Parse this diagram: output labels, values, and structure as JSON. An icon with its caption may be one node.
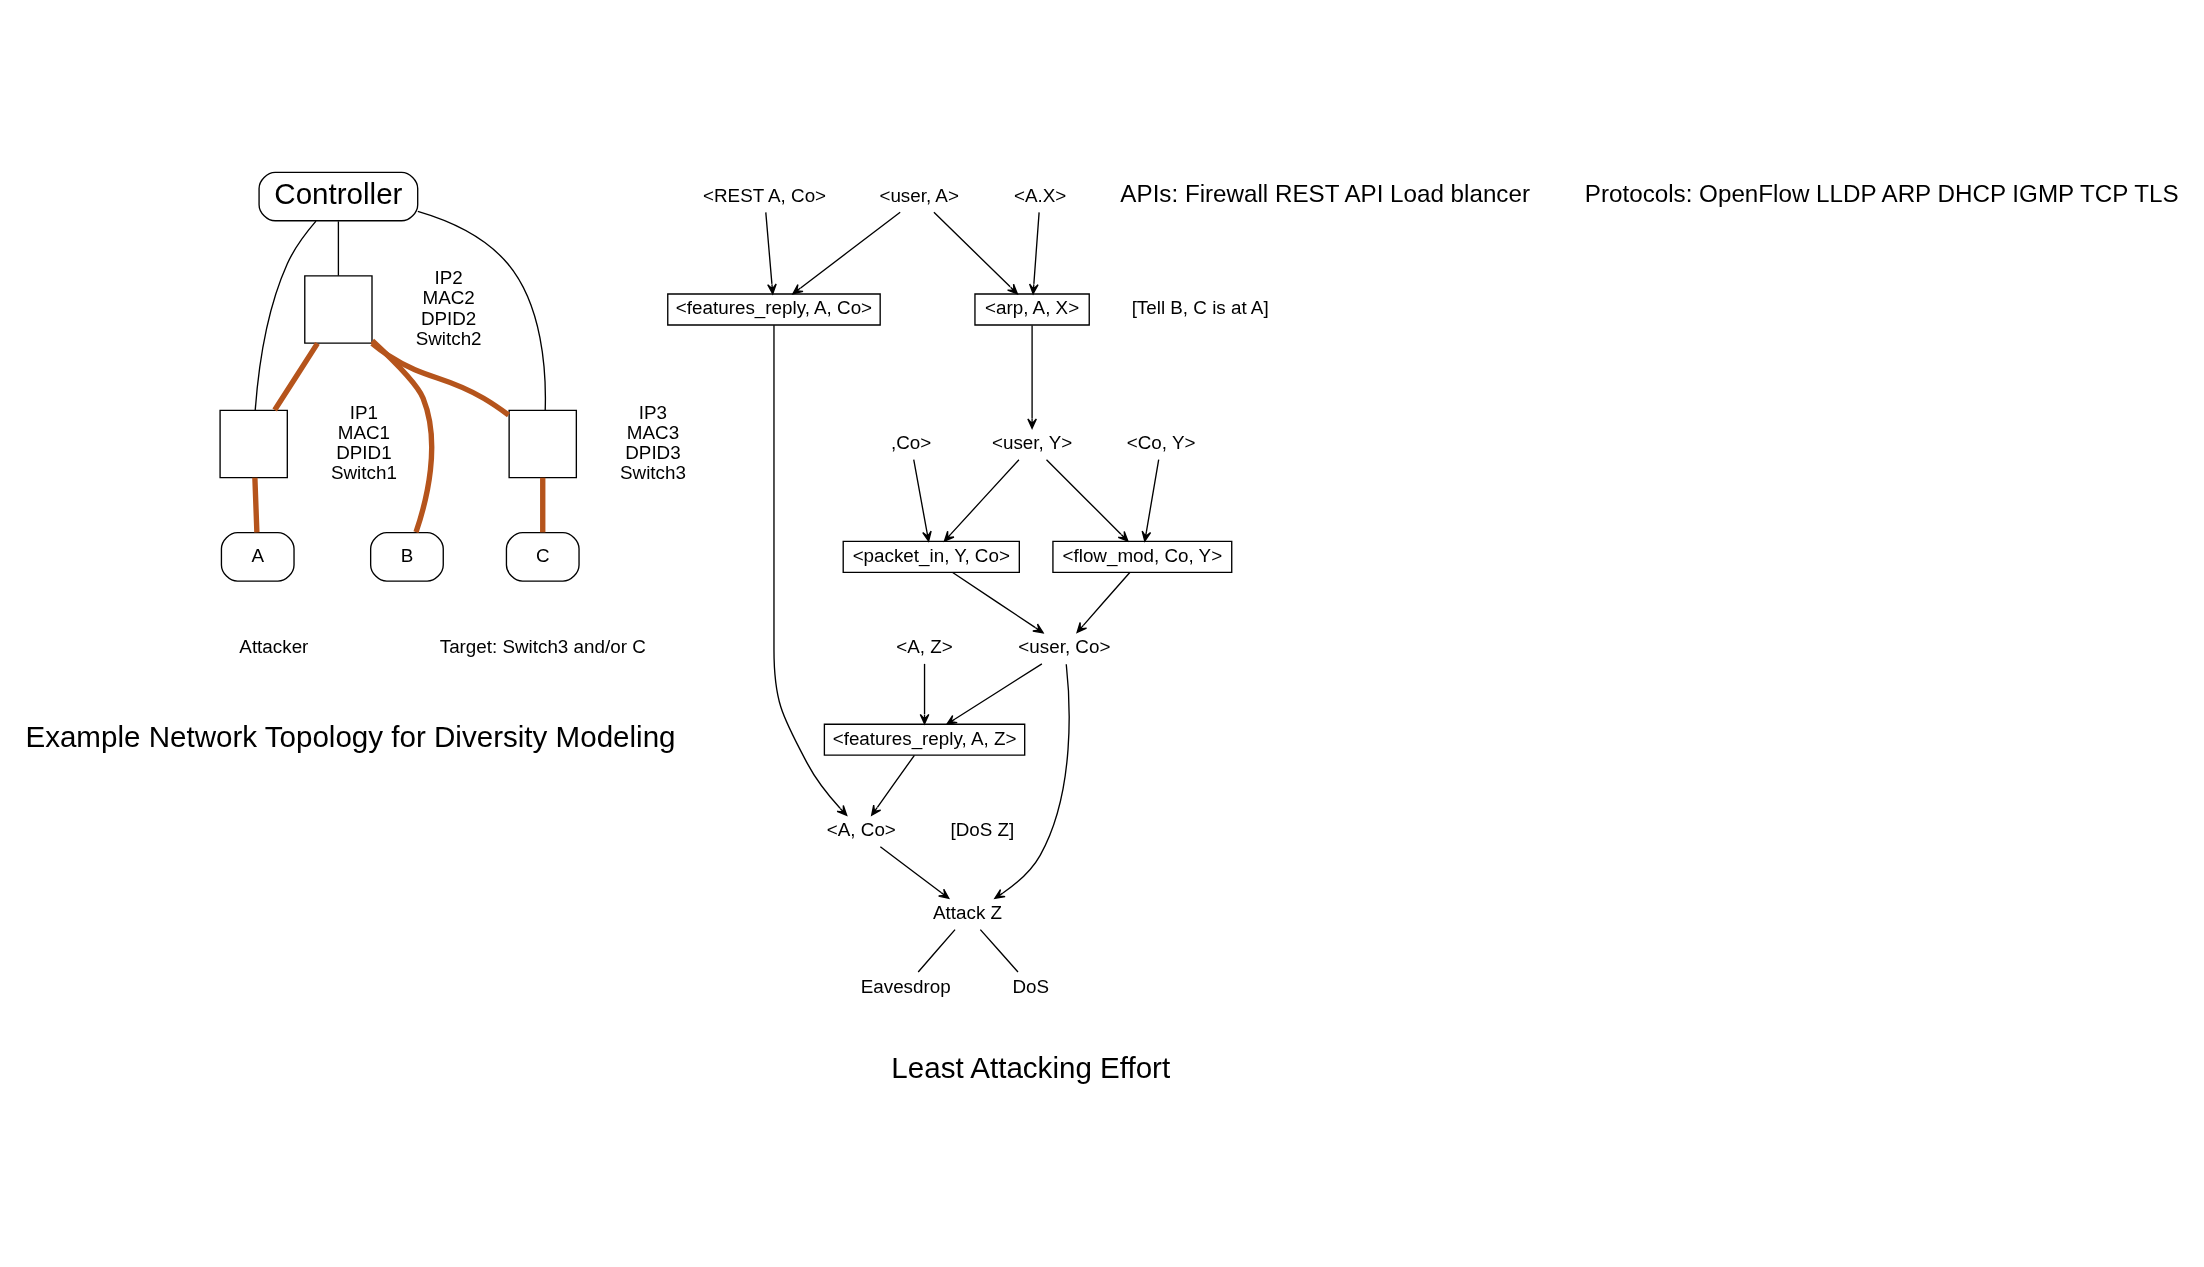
{
  "diagram": {
    "nodes": [
      {
        "text": [
          "Controller"
        ]
      },
      {
        "text": [],
        "shape": "box",
        "beside": [
          "IP2 MAC2 DPID2 Switch2"
        ]
      },
      {
        "text": [],
        "shape": "box",
        "beside": [
          "IP1 MAC1 DPID1 Switch1"
        ]
      },
      {
        "text": [],
        "shape": "box",
        "beside": [
          "IP3 MAC3 DPID3 Switch3"
        ]
      },
      {
        "text": [
          "A"
        ],
        "beside": [
          "Attacker"
        ]
      },
      {
        "text": [
          "B"
        ]
      },
      {
        "text": [
          "C"
        ],
        "beside": [
          "Target: Switch3 and/or C"
        ]
      },
      {
        "text": [
          "<user, A>"
        ]
      },
      {
        "text": [
          "<REST A, Co>"
        ]
      },
      {
        "text": [
          "<A.X>"
        ]
      },
      {
        "text": [
          "<features_reply, A, Co>"
        ]
      },
      {
        "text": [
          "<arp, A, X>"
        ],
        "beside": [
          "[Tell B, C is at A]"
        ]
      },
      {
        "text": [
          ",Co>"
        ]
      },
      {
        "text": [
          "<user, Y>"
        ]
      },
      {
        "text": [
          "<Co, Y>"
        ]
      },
      {
        "text": [
          "<packet_in, Y, Co>"
        ]
      },
      {
        "text": [
          "<flow_mod, Co, Y>"
        ]
      },
      {
        "text": [
          "<A, Z>"
        ]
      },
      {
        "text": [
          "<user, Co>"
        ]
      },
      {
        "text": [
          "<features_reply, A, Z>"
        ]
      },
      {
        "text": [
          "<A, Co>"
        ],
        "beside": [
          "[DoS Z]"
        ]
      },
      {
        "text": [
          "Attack Z"
        ]
      },
      {
        "text": [
          "Eavesdrop"
        ]
      },
      {
        "text": [
          "DoS"
        ]
      }
    ],
    "edges": [
      {
        "from": 0,
        "to": 2,
        "arrow": "none"
      },
      {
        "from": 0,
        "to": 1,
        "arrow": "none"
      },
      {
        "from": 0,
        "to": 3,
        "arrow": "none"
      },
      {
        "from": 1,
        "to": 2,
        "arrow": "none",
        "style": "thick",
        "color": "#b5541c"
      },
      {
        "from": 1,
        "to": 3,
        "arrow": "none",
        "style": "thick",
        "color": "#b5541c"
      },
      {
        "from": 1,
        "to": 5,
        "arrow": "none",
        "style": "thick",
        "color": "#b5541c"
      },
      {
        "from": 2,
        "to": 4,
        "arrow": "none",
        "style": "thick",
        "color": "#b5541c"
      },
      {
        "from": 3,
        "to": 6,
        "arrow": "none",
        "style": "thick",
        "color": "#b5541c"
      },
      {
        "from": 7,
        "to": 11,
        "arrow": "to"
      },
      {
        "from": 7,
        "to": 10,
        "arrow": "to"
      },
      {
        "from": 8,
        "to": 10,
        "arrow": "to"
      },
      {
        "from": 9,
        "to": 11,
        "arrow": "to"
      },
      {
        "from": 11,
        "to": 13,
        "arrow": "to"
      },
      {
        "from": 12,
        "to": 15,
        "arrow": "to"
      },
      {
        "from": 13,
        "to": 15,
        "arrow": "to"
      },
      {
        "from": 13,
        "to": 16,
        "arrow": "to"
      },
      {
        "from": 14,
        "to": 16,
        "arrow": "to"
      },
      {
        "from": 15,
        "to": 18,
        "arrow": "to"
      },
      {
        "from": 16,
        "to": 18,
        "arrow": "to"
      },
      {
        "from": 18,
        "to": 19,
        "arrow": "to"
      },
      {
        "from": 17,
        "to": 19,
        "arrow": "to"
      },
      {
        "from": 10,
        "to": 20,
        "arrow": "to"
      },
      {
        "from": 19,
        "to": 20,
        "arrow": "to"
      },
      {
        "from": 18,
        "to": 21,
        "arrow": "to"
      },
      {
        "from": 20,
        "to": 21,
        "arrow": "to"
      },
      {
        "from": 21,
        "to": 22,
        "arrow": "none"
      },
      {
        "from": 21,
        "to": 23,
        "arrow": "none"
      }
    ],
    "labels": [
      "APIs: Firewall REST API Load blancer",
      "Protocols: OpenFlow LLDP ARP DHCP IGMP TCP TLS",
      "Example Network Topology for Diversity Modeling",
      "Least Attacking Effort"
    ]
  }
}
